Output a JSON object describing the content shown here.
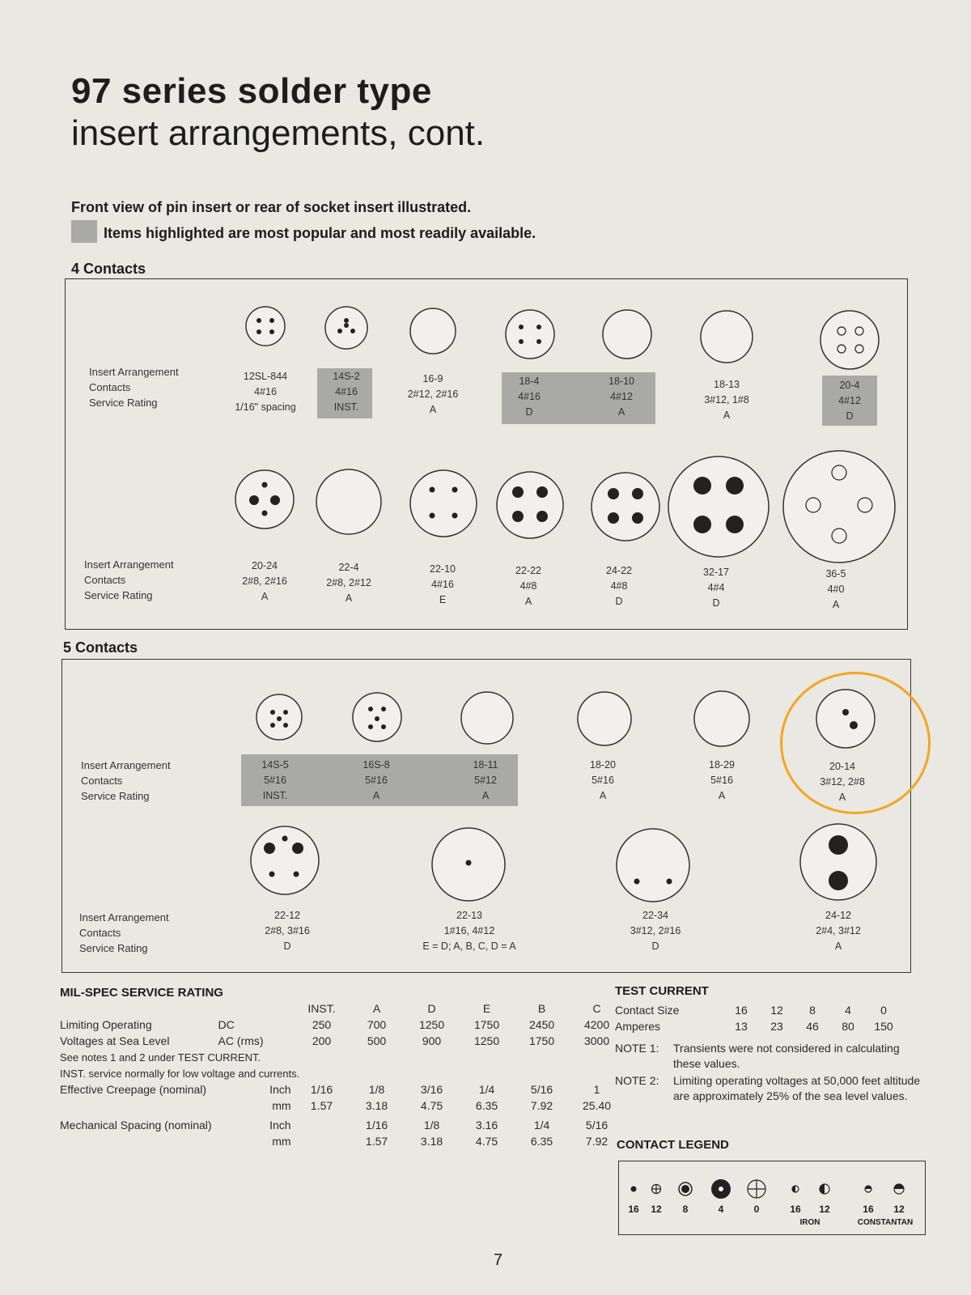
{
  "title": {
    "line1": "97 series solder type",
    "line2": "insert arrangements, cont."
  },
  "intro": {
    "line1": "Front view of pin insert or rear of socket insert illustrated.",
    "line2": "Items highlighted are most popular and most readily available."
  },
  "row_labels": [
    "Insert Arrangement",
    "Contacts",
    "Service Rating"
  ],
  "sections": {
    "four": {
      "title": "4 Contacts",
      "row1": [
        {
          "arr": "12SL-844",
          "contacts": "4#16",
          "rating": "1/16\" spacing",
          "highlight": false
        },
        {
          "arr": "14S-2",
          "contacts": "4#16",
          "rating": "INST.",
          "highlight": true
        },
        {
          "arr": "16-9",
          "contacts": "2#12, 2#16",
          "rating": "A",
          "highlight": false
        },
        {
          "arr": "18-4",
          "contacts": "4#16",
          "rating": "D",
          "highlight": true
        },
        {
          "arr": "18-10",
          "contacts": "4#12",
          "rating": "A",
          "highlight": true
        },
        {
          "arr": "18-13",
          "contacts": "3#12, 1#8",
          "rating": "A",
          "highlight": false
        },
        {
          "arr": "20-4",
          "contacts": "4#12",
          "rating": "D",
          "highlight": true
        }
      ],
      "row2": [
        {
          "arr": "20-24",
          "contacts": "2#8, 2#16",
          "rating": "A"
        },
        {
          "arr": "22-4",
          "contacts": "2#8, 2#12",
          "rating": "A"
        },
        {
          "arr": "22-10",
          "contacts": "4#16",
          "rating": "E"
        },
        {
          "arr": "22-22",
          "contacts": "4#8",
          "rating": "A"
        },
        {
          "arr": "24-22",
          "contacts": "4#8",
          "rating": "D"
        },
        {
          "arr": "32-17",
          "contacts": "4#4",
          "rating": "D"
        },
        {
          "arr": "36-5",
          "contacts": "4#0",
          "rating": "A"
        }
      ]
    },
    "five": {
      "title": "5 Contacts",
      "row1": [
        {
          "arr": "14S-5",
          "contacts": "5#16",
          "rating": "INST.",
          "highlight": true
        },
        {
          "arr": "16S-8",
          "contacts": "5#16",
          "rating": "A",
          "highlight": true
        },
        {
          "arr": "18-11",
          "contacts": "5#12",
          "rating": "A",
          "highlight": true
        },
        {
          "arr": "18-20",
          "contacts": "5#16",
          "rating": "A",
          "highlight": false
        },
        {
          "arr": "18-29",
          "contacts": "5#16",
          "rating": "A",
          "highlight": false
        },
        {
          "arr": "20-14",
          "contacts": "3#12, 2#8",
          "rating": "A",
          "highlight": false
        }
      ],
      "row2": [
        {
          "arr": "22-12",
          "contacts": "2#8, 3#16",
          "rating": "D"
        },
        {
          "arr": "22-13",
          "contacts": "1#16, 4#12",
          "rating": "E = D; A, B, C, D = A"
        },
        {
          "arr": "22-34",
          "contacts": "3#12, 2#16",
          "rating": "D"
        },
        {
          "arr": "24-12",
          "contacts": "2#4, 3#12",
          "rating": "A"
        }
      ]
    }
  },
  "milspec": {
    "title": "MIL-SPEC SERVICE RATING",
    "headers": [
      "INST.",
      "A",
      "D",
      "E",
      "B",
      "C"
    ],
    "voltage_label1": "Limiting Operating",
    "voltage_label2": "Voltages at Sea Level",
    "dc_label": "DC",
    "ac_label": "AC (rms)",
    "dc": [
      "250",
      "700",
      "1250",
      "1750",
      "2450",
      "4200"
    ],
    "ac": [
      "200",
      "500",
      "900",
      "1250",
      "1750",
      "3000"
    ],
    "note1": "See notes 1 and 2 under TEST CURRENT.",
    "note2": "INST. service normally for low voltage and currents.",
    "creepage_label": "Effective Creepage (nominal)",
    "spacing_label": "Mechanical Spacing (nominal)",
    "inch": "Inch",
    "mm": "mm",
    "creepage_inch": [
      "1/16",
      "1/8",
      "3/16",
      "1/4",
      "5/16",
      "1"
    ],
    "creepage_mm": [
      "1.57",
      "3.18",
      "4.75",
      "6.35",
      "7.92",
      "25.40"
    ],
    "spacing_inch": [
      "1/16",
      "1/8",
      "3.16",
      "1/4",
      "5/16"
    ],
    "spacing_mm": [
      "1.57",
      "3.18",
      "4.75",
      "6.35",
      "7.92"
    ]
  },
  "test_current": {
    "title": "TEST CURRENT",
    "size_label": "Contact Size",
    "amp_label": "Amperes",
    "sizes": [
      "16",
      "12",
      "8",
      "4",
      "0"
    ],
    "amperes": [
      "13",
      "23",
      "46",
      "80",
      "150"
    ],
    "note1_label": "NOTE 1:",
    "note1_text": "Transients were not considered in calculating these values.",
    "note2_label": "NOTE 2:",
    "note2_text": "Limiting operating voltages at 50,000 feet altitude are approximately 25% of the sea level values."
  },
  "legend": {
    "title": "CONTACT LEGEND",
    "sizes": [
      "16",
      "12",
      "8",
      "4",
      "0",
      "16",
      "12",
      "16",
      "12"
    ],
    "iron": "IRON",
    "constantan": "CONSTANTAN"
  },
  "page_number": "7",
  "colors": {
    "paper": "#e9e8e2",
    "highlight": "#a9aaa6",
    "annotation": "#f3a524"
  }
}
